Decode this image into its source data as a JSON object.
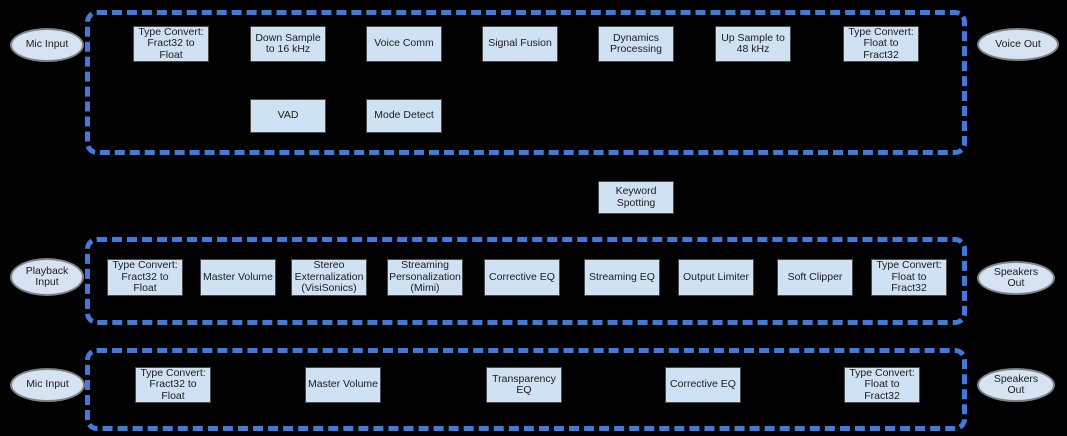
{
  "colors": {
    "background": "#000000",
    "dashed_border": "#3d7be0",
    "block_fill": "#cfe2f3",
    "block_border": "#4a4a4a",
    "terminal_fill": "#d5e3f2",
    "terminal_border": "#7e8287",
    "text": "#1c1c1c"
  },
  "voice_pipeline": {
    "input": "Mic Input",
    "output": "Voice Out",
    "blocks": [
      "Type Convert:\nFract32 to\nFloat",
      "Down Sample\nto 16 kHz",
      "Voice Comm",
      "Signal Fusion",
      "Dynamics\nProcessing",
      "Up Sample to\n48 kHz",
      "Type Convert:\nFloat to\nFract32"
    ],
    "secondary_blocks": [
      "VAD",
      "Mode Detect"
    ]
  },
  "keyword_block": {
    "label": "Keyword\nSpotting"
  },
  "playback_pipeline": {
    "input": "Playback\nInput",
    "output": "Speakers\nOut",
    "blocks": [
      "Type Convert:\nFract32 to\nFloat",
      "Master Volume",
      "Stereo\nExternalization\n(VisiSonics)",
      "Streaming\nPersonalization\n(Mimi)",
      "Corrective EQ",
      "Streaming EQ",
      "Output Limiter",
      "Soft Clipper",
      "Type Convert:\nFloat to\nFract32"
    ]
  },
  "transparency_pipeline": {
    "input": "Mic Input",
    "output": "Speakers\nOut",
    "blocks": [
      "Type Convert:\nFract32 to\nFloat",
      "Master Volume",
      "Transparency\nEQ",
      "Corrective EQ",
      "Type Convert:\nFloat to\nFract32"
    ]
  }
}
